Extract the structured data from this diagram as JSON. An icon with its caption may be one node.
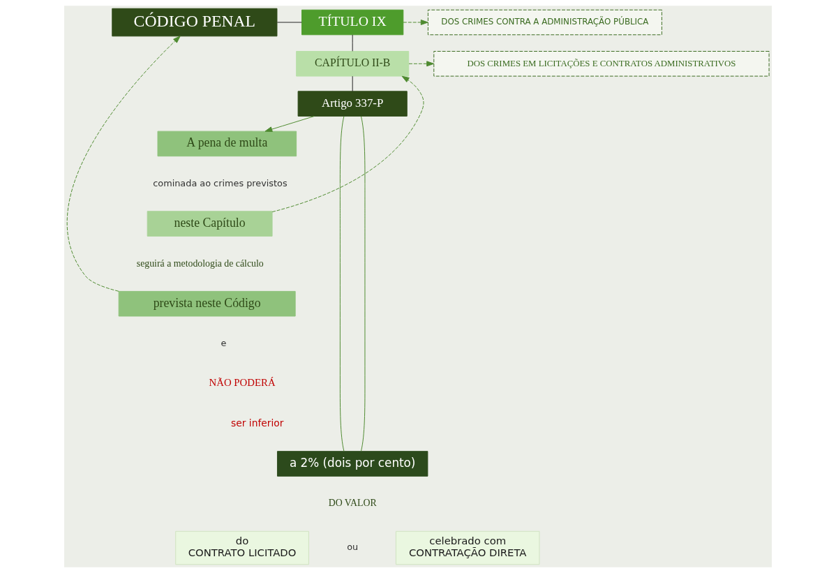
{
  "diagram": {
    "nodes": [
      {
        "text": [
          "CÓDIGO PENAL"
        ]
      },
      {
        "text": [
          "TÍTULO IX"
        ]
      },
      {
        "text": [
          "DOS CRIMES CONTRA A ADMINISTRAÇÃO PÚBLICA"
        ]
      },
      {
        "text": [
          "CAPÍTULO II-B"
        ]
      },
      {
        "text": [
          "DOS CRIMES EM LICITAÇÕES E CONTRATOS ADMINISTRATIVOS"
        ]
      },
      {
        "text": [
          "Artigo 337-P"
        ]
      },
      {
        "text": [
          "A pena de multa"
        ]
      },
      {
        "text": [
          "neste Capítulo"
        ]
      },
      {
        "text": [
          "prevista neste Código"
        ]
      },
      {
        "text": [
          "a 2% (dois por cento)"
        ]
      },
      {
        "text": [
          "do",
          "CONTRATO LICITADO"
        ]
      },
      {
        "text": [
          "celebrado com",
          "CONTRATAÇÃO DIRETA"
        ]
      }
    ],
    "edges": [
      {
        "from": 0,
        "to": 1,
        "arrow": "none",
        "color": "#222222"
      },
      {
        "from": 1,
        "to": 2,
        "arrow": "to",
        "style": "dashed"
      },
      {
        "from": 1,
        "to": 3,
        "arrow": "none",
        "color": "#222222"
      },
      {
        "from": 3,
        "to": 4,
        "arrow": "to",
        "style": "dashed"
      },
      {
        "from": 3,
        "to": 5,
        "arrow": "none",
        "color": "#222222"
      },
      {
        "from": 5,
        "to": 6,
        "arrow": "to"
      },
      {
        "from": 7,
        "to": 3,
        "arrow": "to",
        "style": "dashed"
      },
      {
        "from": 8,
        "to": 0,
        "arrow": "to",
        "style": "dashed"
      },
      {
        "from": 5,
        "to": 9,
        "arrow": "none"
      },
      {
        "from": 5,
        "to": 9,
        "arrow": "none"
      }
    ],
    "labels": [
      "cominada ao crimes previstos",
      "seguirá a metodologia de cálculo",
      "e",
      "NÃO PODERÁ",
      "ser inferior",
      "DO VALOR",
      "ou"
    ]
  }
}
